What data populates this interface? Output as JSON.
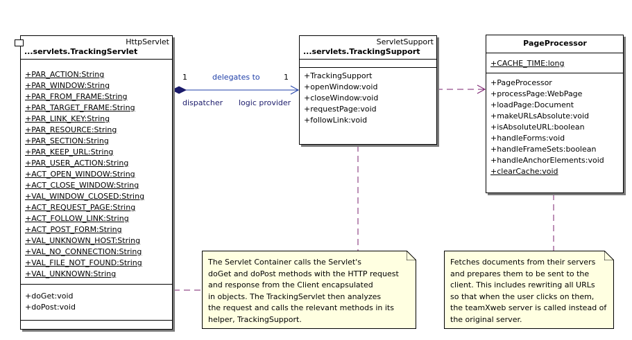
{
  "tracking_servlet": {
    "stereotype": "HttpServlet",
    "name": "...servlets.TrackingServlet",
    "attributes": [
      "+PAR_ACTION:String",
      "+PAR_WINDOW:String",
      "+PAR_FROM_FRAME:String",
      "+PAR_TARGET_FRAME:String",
      "+PAR_LINK_KEY:String",
      "+PAR_RESOURCE:String",
      "+PAR_SECTION:String",
      "+PAR_KEEP_URL:String",
      "+PAR_USER_ACTION:String",
      "+ACT_OPEN_WINDOW:String",
      "+ACT_CLOSE_WINDOW:String",
      "+VAL_WINDOW_CLOSED:String",
      "+ACT_REQUEST_PAGE:String",
      "+ACT_FOLLOW_LINK:String",
      "+ACT_POST_FORM:String",
      "+VAL_UNKNOWN_HOST:String",
      "+VAL_NO_CONNECTION:String",
      "+VAL_FILE_NOT_FOUND:String",
      "+VAL_UNKNOWN:String"
    ],
    "operations": [
      "+doGet:void",
      "+doPost:void"
    ]
  },
  "tracking_support": {
    "stereotype": "ServletSupport",
    "name": "...servlets.TrackingSupport",
    "operations": [
      "+TrackingSupport",
      "+openWindow:void",
      "+closeWindow:void",
      "+requestPage:void",
      "+followLink:void"
    ]
  },
  "page_processor": {
    "name": "PageProcessor",
    "attributes": [
      "+CACHE_TIME:long"
    ],
    "operations": [
      "+PageProcessor",
      "+processPage:WebPage",
      "+loadPage:Document",
      "+makeURLsAbsolute:void",
      "+isAbsoluteURL:boolean",
      "+handleForms:void",
      "+handleFrameSets:boolean",
      "+handleAnchorElements:void",
      "+clearCache:void"
    ]
  },
  "association": {
    "mult_left": "1",
    "mult_right": "1",
    "name": "delegates to",
    "role_left": "dispatcher",
    "role_right": "logic provider"
  },
  "note_servlet": {
    "lines": [
      "The Servlet Container calls the Servlet's",
      "doGet and doPost methods with the HTTP request",
      "and response from the Client encapsulated",
      "in objects. The TrackingServlet then analyzes",
      "the request and calls the relevant methods in its",
      "helper, TrackingSupport."
    ]
  },
  "note_processor": {
    "lines": [
      "Fetches documents from their servers",
      "and prepares them to be sent to the",
      "client. This includes rewriting all URLs",
      "so that when the user clicks on them,",
      "the teamXweb server is called instead of",
      "the original server."
    ]
  },
  "colors": {
    "link": "#7a1f6e",
    "association": "#1f3fa8",
    "note": "#ffffe1",
    "shadow": "#7a7a7a"
  }
}
